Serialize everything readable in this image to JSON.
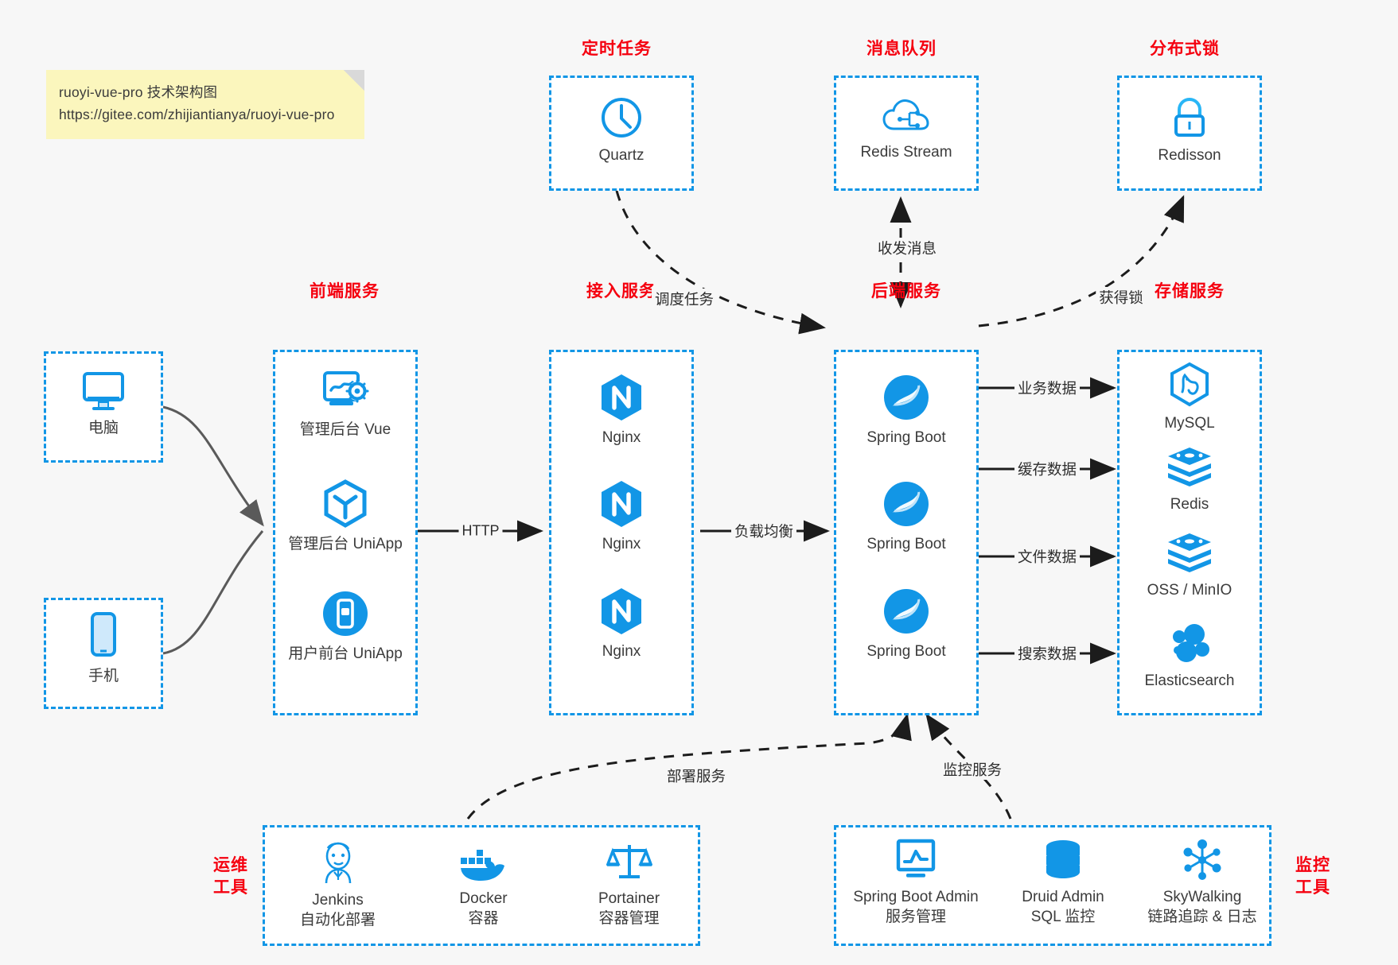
{
  "note": {
    "line1": "ruoyi-vue-pro 技术架构图",
    "line2": "https://gitee.com/zhijiantianya/ruoyi-vue-pro"
  },
  "groups": {
    "scheduled_task": "定时任务",
    "message_queue": "消息队列",
    "distributed_lock": "分布式锁",
    "frontend": "前端服务",
    "gateway": "接入服务",
    "backend": "后端服务",
    "storage": "存储服务",
    "devops_line1": "运维",
    "devops_line2": "工具",
    "monitor_line1": "监控",
    "monitor_line2": "工具"
  },
  "nodes": {
    "quartz": "Quartz",
    "redis_stream": "Redis Stream",
    "redisson": "Redisson",
    "computer": "电脑",
    "phone": "手机",
    "admin_vue": "管理后台 Vue",
    "admin_uniapp": "管理后台 UniApp",
    "user_uniapp": "用户前台 UniApp",
    "nginx1": "Nginx",
    "nginx2": "Nginx",
    "nginx3": "Nginx",
    "springboot1": "Spring Boot",
    "springboot2": "Spring Boot",
    "springboot3": "Spring Boot",
    "mysql": "MySQL",
    "redis": "Redis",
    "oss_minio": "OSS / MinIO",
    "elasticsearch": "Elasticsearch",
    "jenkins": "Jenkins",
    "jenkins_sub": "自动化部署",
    "docker": "Docker",
    "docker_sub": "容器",
    "portainer": "Portainer",
    "portainer_sub": "容器管理",
    "sba": "Spring Boot Admin",
    "sba_sub": "服务管理",
    "druid": "Druid Admin",
    "druid_sub": "SQL 监控",
    "skywalking": "SkyWalking",
    "skywalking_sub": "链路追踪 & 日志"
  },
  "edges": {
    "http": "HTTP",
    "load_balance": "负载均衡",
    "schedule_task": "调度任务",
    "send_receive_message": "收发消息",
    "acquire_lock": "获得锁",
    "business_data": "业务数据",
    "cache_data": "缓存数据",
    "file_data": "文件数据",
    "search_data": "搜索数据",
    "deploy_service": "部署服务",
    "monitor_service": "监控服务"
  },
  "colors": {
    "accent_blue": "#1296e6",
    "title_red": "#f5000f",
    "background": "#f7f7f7",
    "note_yellow": "#fbf6bd",
    "arrow_gray": "#555555"
  }
}
